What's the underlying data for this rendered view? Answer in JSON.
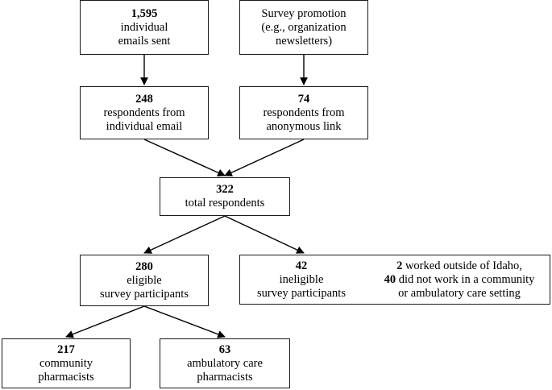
{
  "boxes": {
    "emails_sent": {
      "count": "1,595",
      "lines": [
        "individual",
        "emails sent"
      ]
    },
    "survey_promotion": {
      "lines": [
        "Survey promotion",
        "(e.g., organization",
        "newsletters)"
      ]
    },
    "email_respondents": {
      "count": "248",
      "lines": [
        "respondents from",
        "individual email"
      ]
    },
    "anon_respondents": {
      "count": "74",
      "lines": [
        "respondents from",
        "anonymous link"
      ]
    },
    "total": {
      "count": "322",
      "lines": [
        "total respondents"
      ]
    },
    "eligible": {
      "count": "280",
      "lines": [
        "eligible",
        "survey participants"
      ]
    },
    "ineligible": {
      "count": "42",
      "lines": [
        "ineligible",
        "survey participants"
      ],
      "reasons": [
        {
          "count": "2",
          "text": " worked outside of Idaho,"
        },
        {
          "count": "40",
          "text": " did not work in a community"
        },
        {
          "count": "",
          "text": "or ambulatory care setting"
        }
      ]
    },
    "community": {
      "count": "217",
      "lines": [
        "community",
        "pharmacists"
      ]
    },
    "ambulatory": {
      "count": "63",
      "lines": [
        "ambulatory care",
        "pharmacists"
      ]
    }
  }
}
